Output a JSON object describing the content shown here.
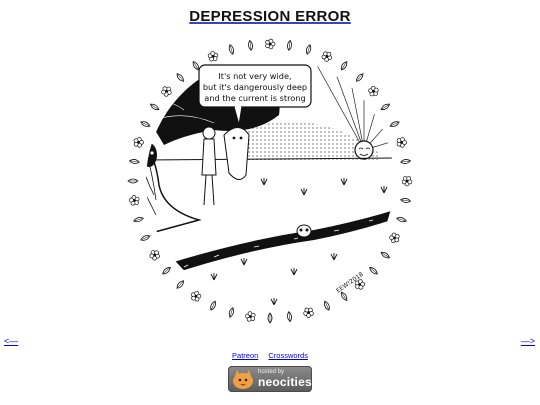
{
  "page": {
    "title": "DEPRESSION ERROR"
  },
  "comic": {
    "speech_bubble": [
      "It's not very wide,",
      "but it's dangerously deep",
      "and the current is strong"
    ],
    "signature": "EEW!2018"
  },
  "nav": {
    "prev_label": "<—",
    "next_label": "—>"
  },
  "footer": {
    "links": [
      "Patreon",
      "Crosswords"
    ]
  },
  "badge": {
    "small_text": "hosted by",
    "big_text": "neocities"
  }
}
